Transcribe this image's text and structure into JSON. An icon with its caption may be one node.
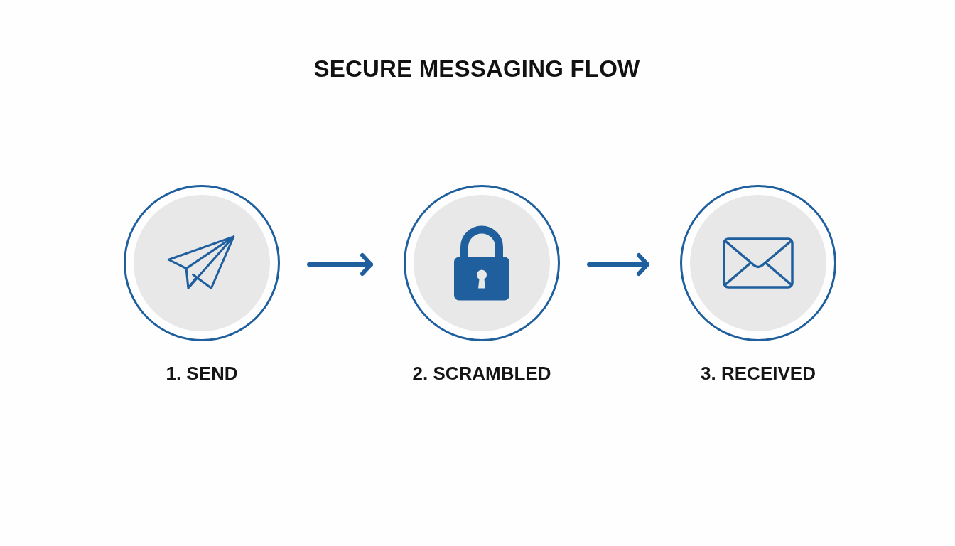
{
  "diagram": {
    "title": "SECURE MESSAGING FLOW",
    "nodes": [
      {
        "text": [
          "1. SEND"
        ]
      },
      {
        "text": [
          "2. SCRAMBLED"
        ]
      },
      {
        "text": [
          "3. RECEIVED"
        ]
      }
    ],
    "edges": [
      {
        "from": 0,
        "to": 1,
        "arrow": "to"
      },
      {
        "from": 1,
        "to": 2,
        "arrow": "to"
      }
    ]
  }
}
